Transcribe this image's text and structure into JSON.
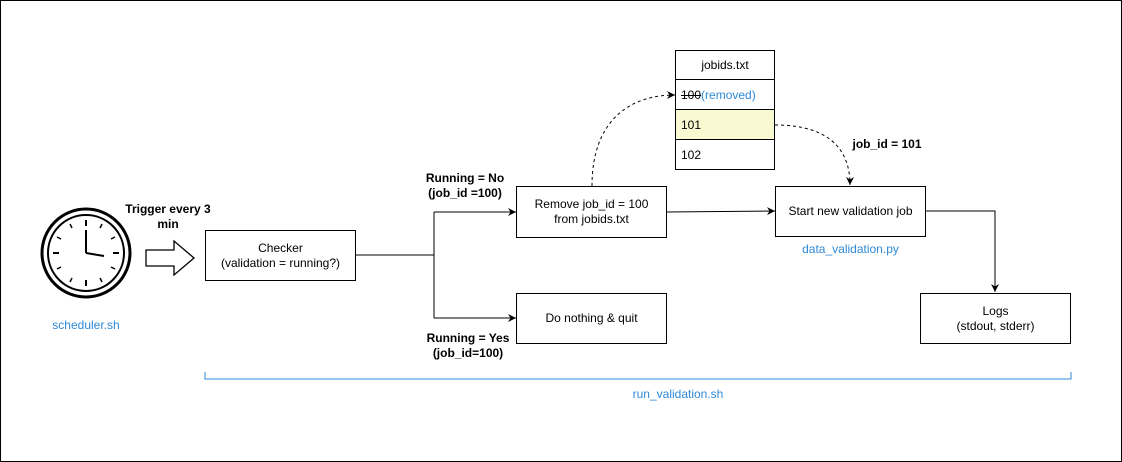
{
  "clock": {
    "caption": "scheduler.sh"
  },
  "trigger": {
    "label_line1": "Trigger every 3",
    "label_line2": "min"
  },
  "checker": {
    "line1": "Checker",
    "line2": "(validation = running?)"
  },
  "branch_no": {
    "line1": "Running = No",
    "line2": "(job_id =100)"
  },
  "branch_yes": {
    "line1": "Running = Yes",
    "line2": "(job_id=100)"
  },
  "remove_box": {
    "line1": "Remove job_id = 100",
    "line2": "from jobids.txt"
  },
  "nothing_box": {
    "line1": "Do nothing & quit"
  },
  "jobids": {
    "title": "jobids.txt",
    "rows": [
      {
        "id": "100",
        "note": "(removed)"
      },
      {
        "id": "101",
        "note": ""
      },
      {
        "id": "102",
        "note": ""
      }
    ]
  },
  "next_job_label": "job_id = 101",
  "validation_box": {
    "line1": "Start new validation job",
    "caption": "data_validation.py"
  },
  "logs_box": {
    "line1": "Logs",
    "line2": "(stdout, stderr)"
  },
  "bracket_caption": "run_validation.sh",
  "colors": {
    "accent": "#2e8ad8",
    "highlight_row": "#fafad2"
  }
}
